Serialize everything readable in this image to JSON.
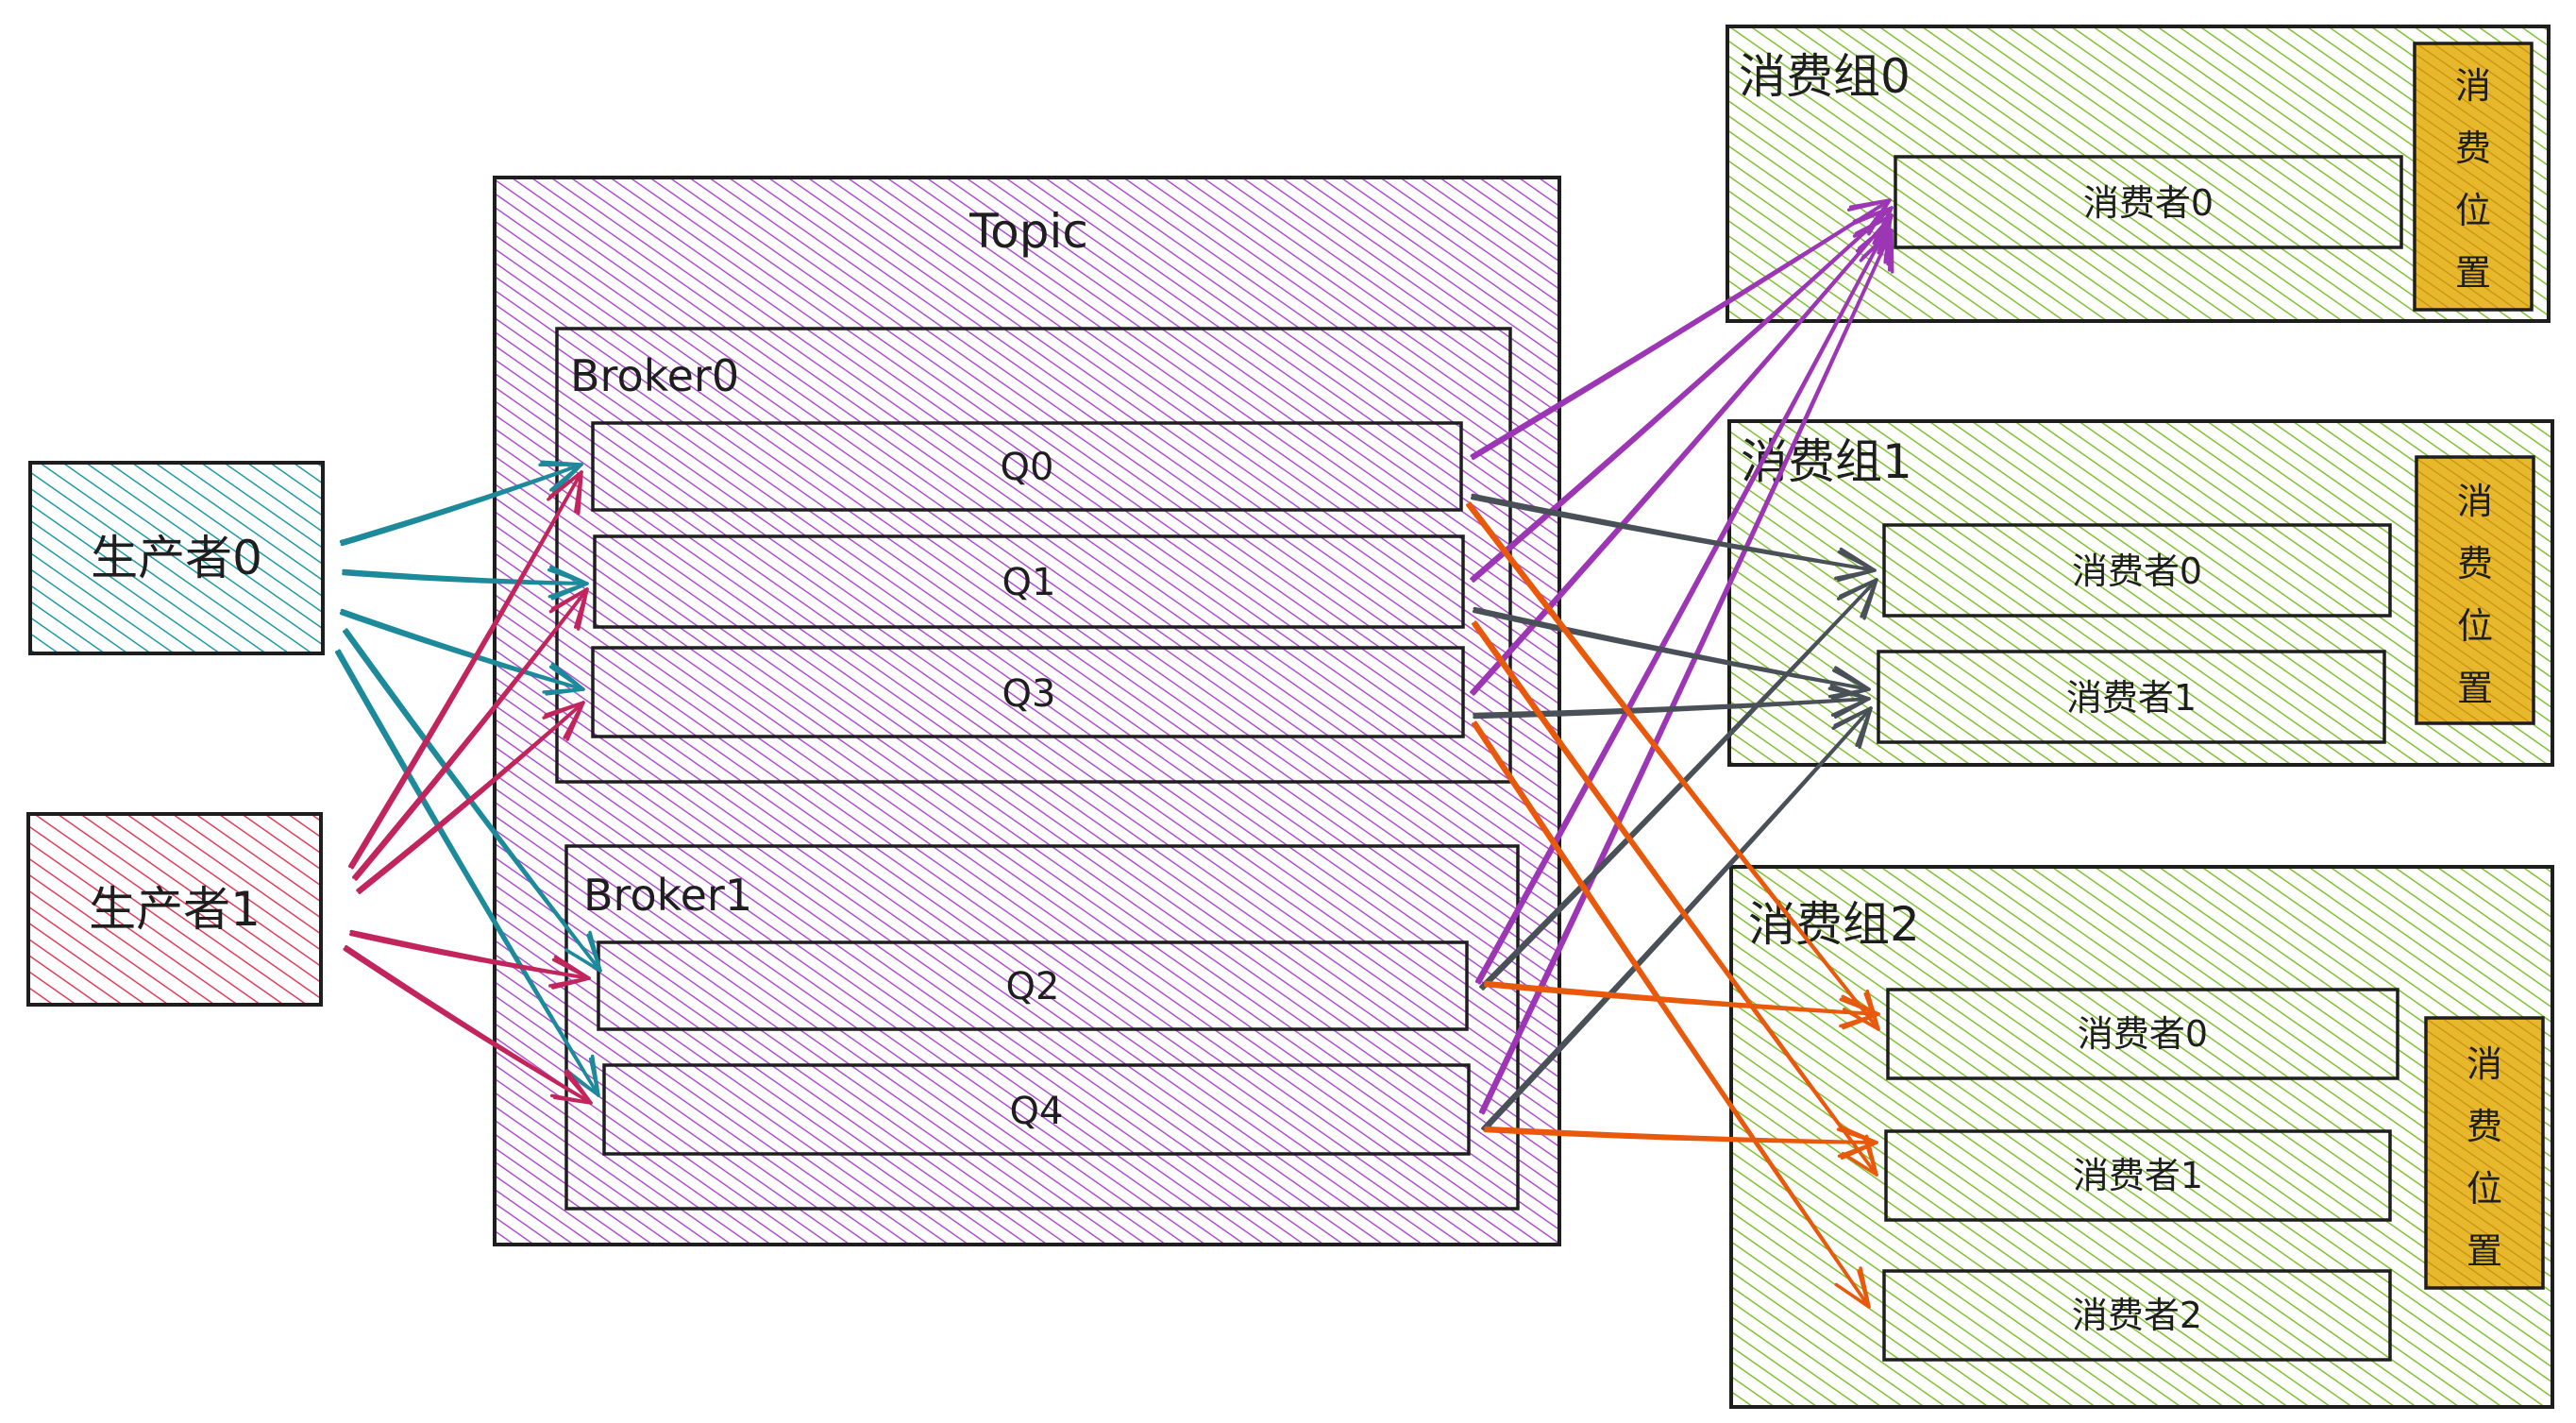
{
  "colors": {
    "producer0": "#1c9aa8",
    "producer1": "#e03e5c",
    "topic": "#b04fd0",
    "group": "#7fc232",
    "offset": "#e0a81c",
    "arrow_teal": "#1c8a9a",
    "arrow_red": "#c2255c",
    "arrow_purple": "#9c36b5",
    "arrow_gray": "#495057",
    "arrow_orange": "#e8590c",
    "stroke": "#1e1e1e"
  },
  "producers": [
    {
      "label": "生产者0"
    },
    {
      "label": "生产者1"
    }
  ],
  "topic": {
    "label": "Topic",
    "brokers": [
      {
        "label": "Broker0",
        "queues": [
          "Q0",
          "Q1",
          "Q3"
        ]
      },
      {
        "label": "Broker1",
        "queues": [
          "Q2",
          "Q4"
        ]
      }
    ]
  },
  "consumer_groups": [
    {
      "label": "消费组0",
      "consumers": [
        "消费者0"
      ],
      "offset": [
        "消",
        "费",
        "位",
        "置"
      ]
    },
    {
      "label": "消费组1",
      "consumers": [
        "消费者0",
        "消费者1"
      ],
      "offset": [
        "消",
        "费",
        "位",
        "置"
      ]
    },
    {
      "label": "消费组2",
      "consumers": [
        "消费者0",
        "消费者1",
        "消费者2"
      ],
      "offset": [
        "消",
        "费",
        "位",
        "置"
      ]
    }
  ]
}
